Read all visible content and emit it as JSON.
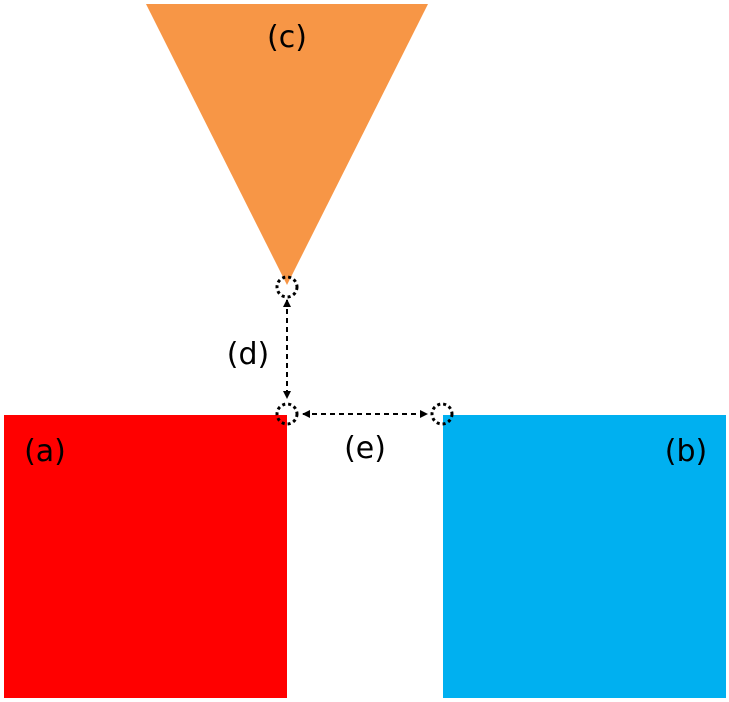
{
  "colors": {
    "square_a": "#ff0000",
    "square_b": "#00b0f0",
    "triangle_c": "#f79646",
    "marker": "#000000",
    "background": "#ffffff"
  },
  "labels": {
    "a": "(a)",
    "b": "(b)",
    "c": "(c)",
    "d": "(d)",
    "e": "(e)"
  },
  "shapes": [
    {
      "id": "a",
      "type": "square",
      "color": "red"
    },
    {
      "id": "b",
      "type": "square",
      "color": "blue"
    },
    {
      "id": "c",
      "type": "inverted-triangle",
      "color": "orange"
    }
  ],
  "connectors": [
    {
      "id": "d",
      "style": "dashed-double-arrow",
      "orientation": "vertical",
      "from": "c",
      "to": "a"
    },
    {
      "id": "e",
      "style": "dashed-double-arrow",
      "orientation": "horizontal",
      "from": "a",
      "to": "b"
    }
  ],
  "corner_markers": {
    "style": "dotted-circle",
    "count": 3
  }
}
